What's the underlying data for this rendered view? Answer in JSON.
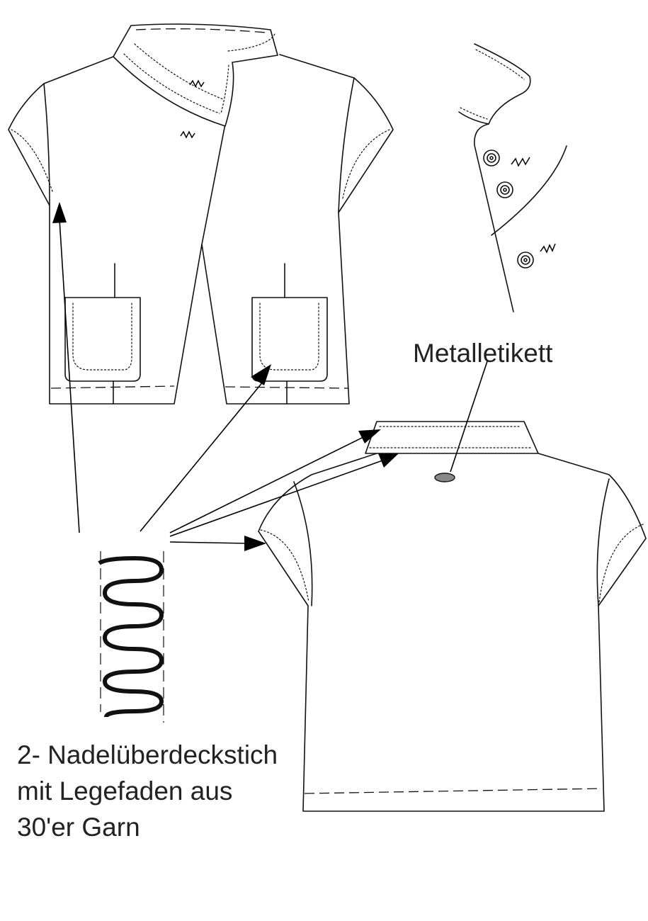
{
  "labels": {
    "metal_tag": "Metalletikett",
    "stitch_line1": "2- Nadelüberdeckstich",
    "stitch_line2": "mit Legefaden aus",
    "stitch_line3": "30'er Garn"
  },
  "colors": {
    "line": "#111111",
    "background": "#ffffff",
    "metal_tag_fill": "#888888"
  }
}
